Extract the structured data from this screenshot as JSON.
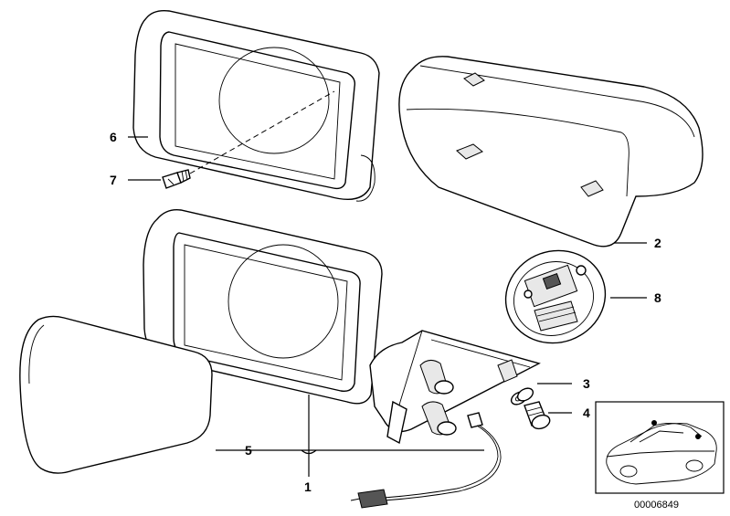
{
  "diagram": {
    "callouts": [
      {
        "id": "1",
        "text": "1"
      },
      {
        "id": "2",
        "text": "2"
      },
      {
        "id": "3",
        "text": "3"
      },
      {
        "id": "4",
        "text": "4"
      },
      {
        "id": "5",
        "text": "5"
      },
      {
        "id": "6",
        "text": "6"
      },
      {
        "id": "7",
        "text": "7"
      },
      {
        "id": "8",
        "text": "8"
      }
    ],
    "drawing_number": "00006849"
  }
}
